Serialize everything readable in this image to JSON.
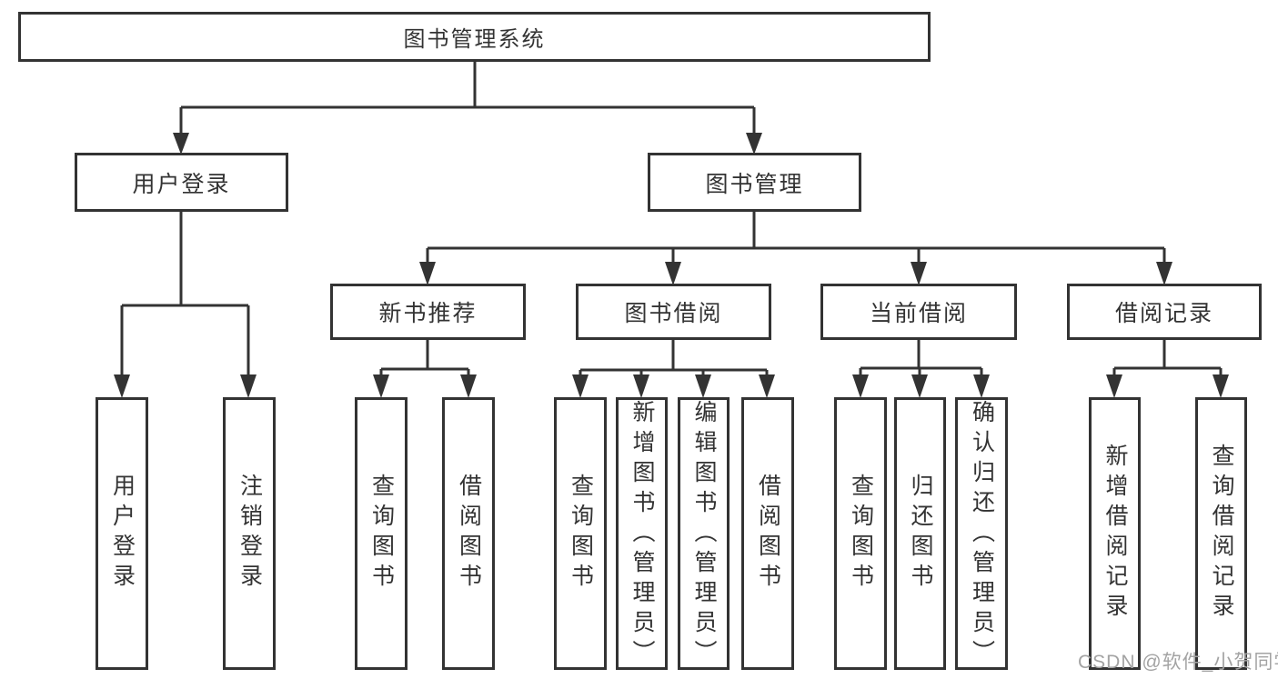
{
  "tree": {
    "label": "图书管理系统",
    "children": [
      {
        "label": "用户登录",
        "children": [
          {
            "label": "用户登录"
          },
          {
            "label": "注销登录"
          }
        ]
      },
      {
        "label": "图书管理",
        "children": [
          {
            "label": "新书推荐",
            "children": [
              {
                "label": "查询图书"
              },
              {
                "label": "借阅图书"
              }
            ]
          },
          {
            "label": "图书借阅",
            "children": [
              {
                "label": "查询图书"
              },
              {
                "label": "新增图书（管理员）"
              },
              {
                "label": "编辑图书（管理员）"
              },
              {
                "label": "借阅图书"
              }
            ]
          },
          {
            "label": "当前借阅",
            "children": [
              {
                "label": "查询图书"
              },
              {
                "label": "归还图书"
              },
              {
                "label": "确认归还（管理员）"
              }
            ]
          },
          {
            "label": "借阅记录",
            "children": [
              {
                "label": "新增借阅记录"
              },
              {
                "label": "查询借阅记录"
              }
            ]
          }
        ]
      }
    ]
  },
  "watermark": "CSDN @软件_小贺同学",
  "colors": {
    "line": "#333333",
    "text": "#333333",
    "box_background": "#ffffff",
    "page_background": "#ffffff",
    "watermark": "#a3a3a3"
  }
}
